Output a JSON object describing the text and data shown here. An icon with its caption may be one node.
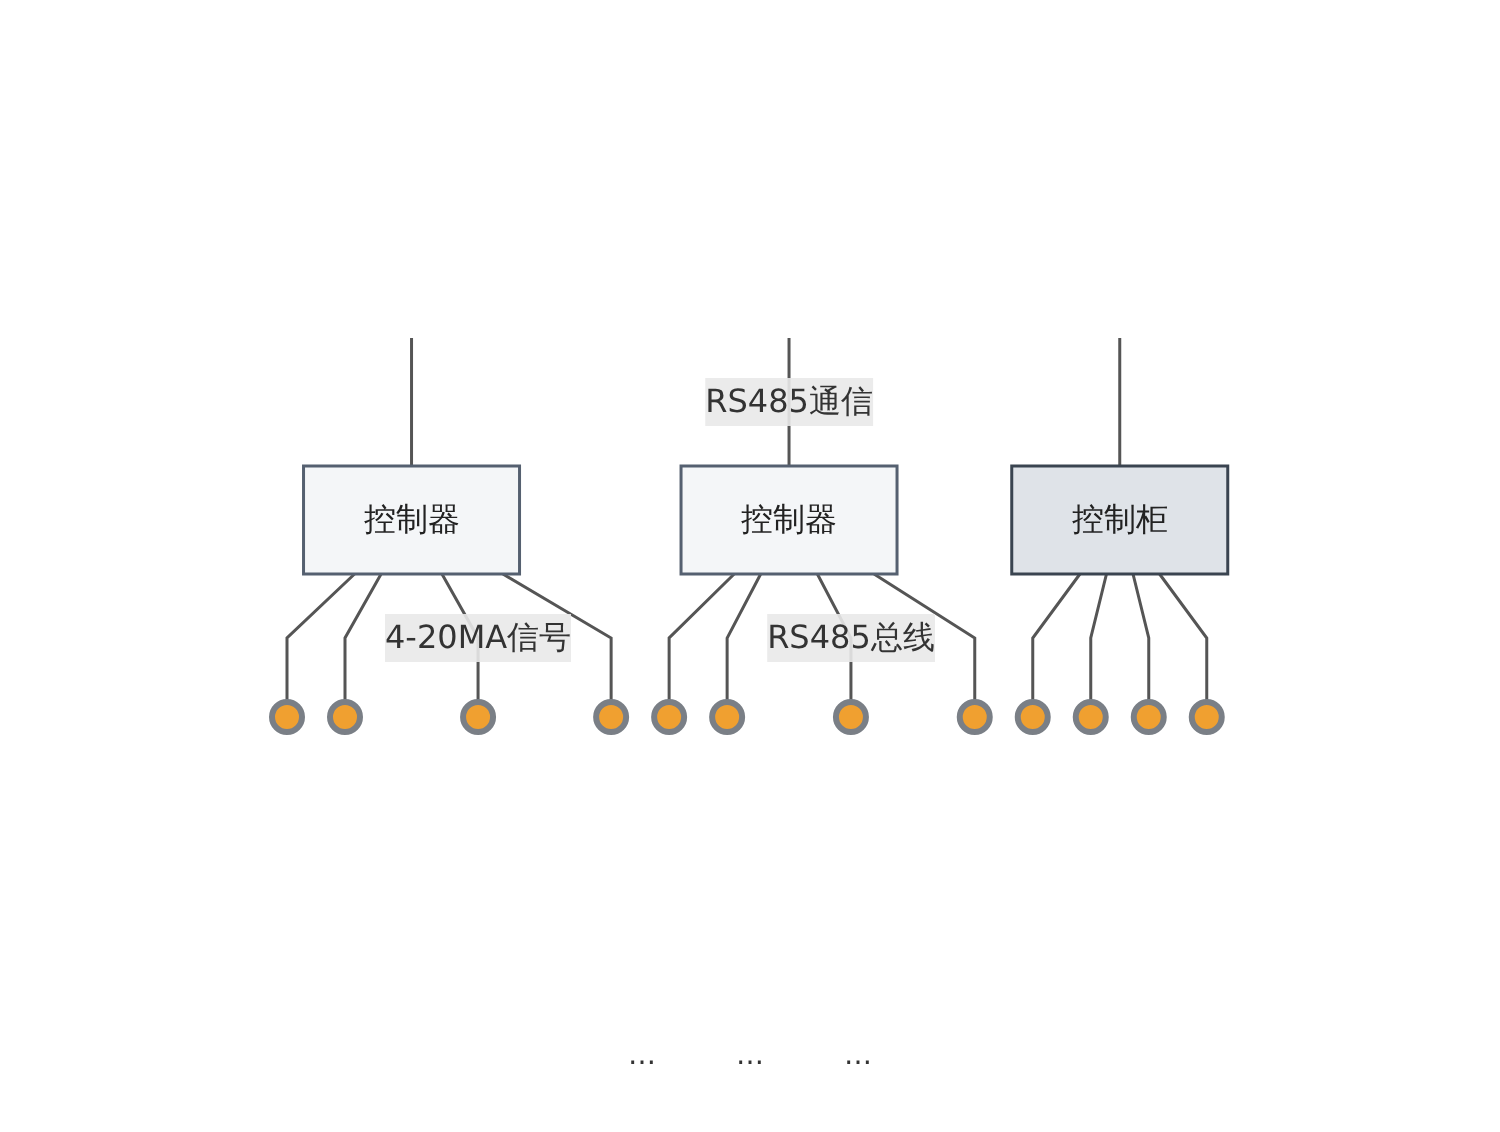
{
  "diagram": {
    "nodes": [
      {
        "text": [
          "控制器"
        ]
      },
      {
        "text": [
          "控制器"
        ]
      },
      {
        "text": [
          "控制柜"
        ]
      },
      {
        "text": [],
        "shape": "circle"
      },
      {
        "text": [],
        "shape": "circle"
      },
      {
        "text": [],
        "shape": "circle"
      },
      {
        "text": [],
        "shape": "circle"
      },
      {
        "text": [],
        "shape": "circle"
      },
      {
        "text": [],
        "shape": "circle"
      },
      {
        "text": [],
        "shape": "circle"
      },
      {
        "text": [],
        "shape": "circle"
      },
      {
        "text": [],
        "shape": "circle"
      },
      {
        "text": [],
        "shape": "circle"
      },
      {
        "text": [],
        "shape": "circle"
      },
      {
        "text": [],
        "shape": "circle"
      }
    ],
    "edges": [
      {
        "from": null,
        "to": 0,
        "arrow": "none"
      },
      {
        "from": null,
        "to": 1,
        "arrow": "none",
        "label": "RS485通信"
      },
      {
        "from": null,
        "to": 2,
        "arrow": "none"
      },
      {
        "from": 0,
        "to": 3,
        "arrow": "none"
      },
      {
        "from": 0,
        "to": 4,
        "arrow": "none"
      },
      {
        "from": 0,
        "to": 5,
        "arrow": "none",
        "label": "4-20MA信号"
      },
      {
        "from": 0,
        "to": 6,
        "arrow": "none"
      },
      {
        "from": 1,
        "to": 7,
        "arrow": "none"
      },
      {
        "from": 1,
        "to": 8,
        "arrow": "none"
      },
      {
        "from": 1,
        "to": 9,
        "arrow": "none",
        "label": "RS485总线"
      },
      {
        "from": 1,
        "to": 10,
        "arrow": "none"
      },
      {
        "from": 2,
        "to": 11,
        "arrow": "none"
      },
      {
        "from": 2,
        "to": 12,
        "arrow": "none"
      },
      {
        "from": 2,
        "to": 13,
        "arrow": "none"
      },
      {
        "from": 2,
        "to": 14,
        "arrow": "none"
      }
    ],
    "labels": [
      "…",
      "…",
      "…"
    ]
  }
}
